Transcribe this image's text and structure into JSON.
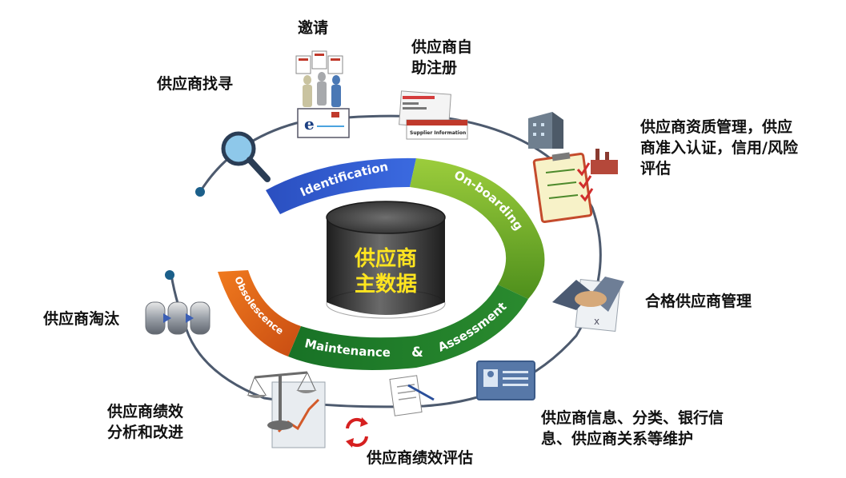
{
  "center": {
    "line1": "供应商",
    "line2": "主数据"
  },
  "stages": {
    "identification": "Identification",
    "onboarding": "On-boarding",
    "obsolescence": "Obsolescence",
    "maintenance": "Maintenance",
    "amp": "&",
    "assessment": "Assessment"
  },
  "labels": {
    "invite": "邀请",
    "self_register": "供应商自\n助注册",
    "find": "供应商找寻",
    "qualification": "供应商资质管理，供应\n商准入认证，信用/风险\n评估",
    "qualified": "合格供应商管理",
    "info": "供应商信息、分类、银行信\n息、供应商关系等维护",
    "evaluation": "供应商绩效评估",
    "improve": "供应商绩效\n分析和改进",
    "eliminate": "供应商淘汰"
  },
  "icons": {
    "document_text": "Supplier Information"
  },
  "colors": {
    "identification": "#2f57c6",
    "onboarding": "#7bb12a",
    "maintenance": "#1d7a2a",
    "obsolescence": "#e0641a",
    "cylinder": "#3a3a3a",
    "center_text": "#ffe51f",
    "track": "#4d5a6e"
  }
}
